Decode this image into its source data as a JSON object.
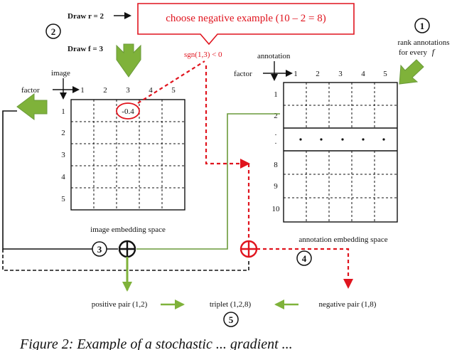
{
  "steps": {
    "step1": "1",
    "step2": "2",
    "step3": "3",
    "step4": "4",
    "step5": "5"
  },
  "draw_r": "Draw r = 2",
  "draw_f": "Draw f = 3",
  "callout": "choose negative example (10  –  2 = 8)",
  "rank_note": {
    "line1": "rank annotations",
    "line2": "for every",
    "var": "f"
  },
  "sgn_note": "sgn(1,3) < 0",
  "image_matrix": {
    "axis_label": "image",
    "factor_label": "factor",
    "col_labels": [
      "1",
      "2",
      "3",
      "4",
      "5"
    ],
    "row_labels": [
      "1",
      "2",
      "3",
      "4",
      "5"
    ],
    "highlight_value": "-0.4",
    "caption": "image embedding space"
  },
  "annotation_matrix": {
    "axis_label": "annotation",
    "factor_label": "factor",
    "col_labels": [
      "1",
      "2",
      "3",
      "4",
      "5"
    ],
    "row_labels_top": [
      "1",
      "2",
      ".",
      "."
    ],
    "row_labels_bottom": [
      "8",
      "9",
      "10"
    ],
    "caption": "annotation embedding space"
  },
  "pairs": {
    "positive": "positive pair (1,2)",
    "triplet": "triplet (1,2,8)",
    "negative": "negative pair (1,8)"
  },
  "caption_fragment": "Figure 2: Example of a stochastic ... gradient ... ",
  "colors": {
    "accent_red": "#e0141e",
    "green_fill": "#7fb23a",
    "green_line": "#6a9a3a",
    "black": "#111111"
  }
}
